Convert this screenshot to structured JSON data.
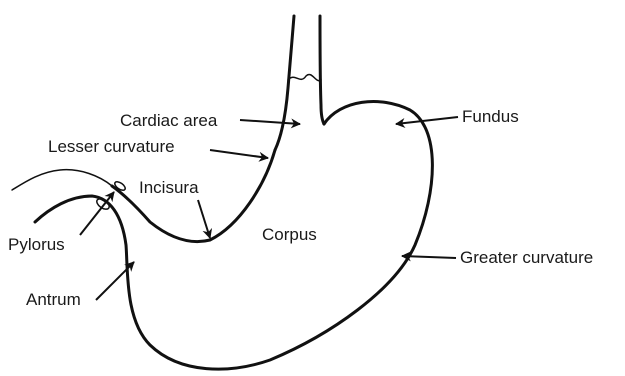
{
  "labels": {
    "cardiac_area": "Cardiac area",
    "lesser_curvature": "Lesser curvature",
    "incisura": "Incisura",
    "pylorus": "Pylorus",
    "antrum": "Antrum",
    "corpus": "Corpus",
    "fundus": "Fundus",
    "greater_curvature": "Greater curvature"
  },
  "colors": {
    "line": "#111111",
    "text": "#1a1a1a",
    "background": "#ffffff"
  }
}
